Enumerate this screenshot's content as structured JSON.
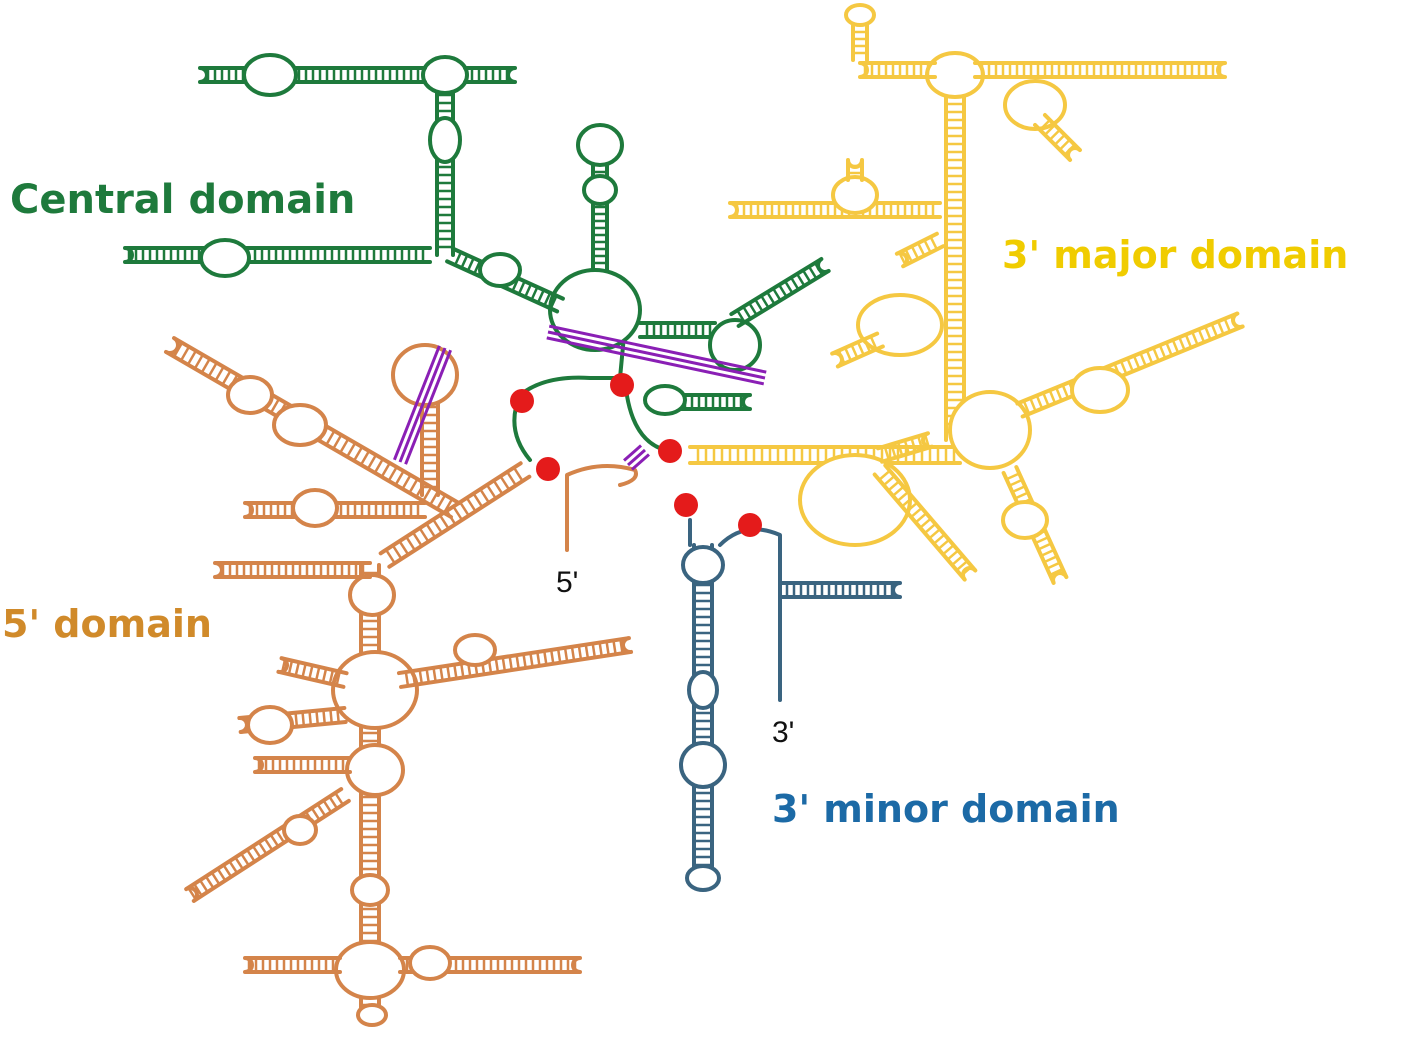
{
  "labels": {
    "central": "Central domain",
    "major": "3' major domain",
    "five": "5' domain",
    "minor": "3' minor domain",
    "five_end": "5'",
    "three_end": "3'"
  },
  "colors": {
    "central": "#1e7a3c",
    "major": "#f5c842",
    "major_label": "#f0cc00",
    "five": "#d4844a",
    "five_label": "#d08a2a",
    "minor": "#3a6480",
    "minor_label": "#1c6aa6",
    "tertiary_contact": "#8a1fb5",
    "protein_site": "#e41b1b"
  }
}
